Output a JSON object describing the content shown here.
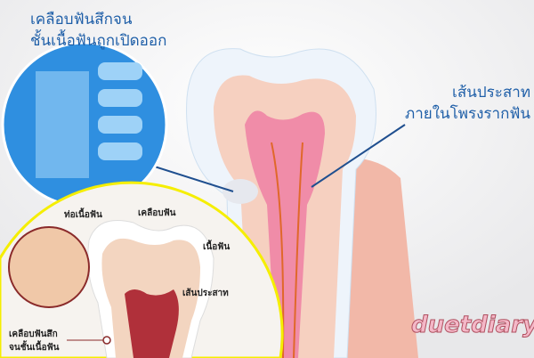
{
  "main_labels": {
    "top_left": [
      "เคลือบฟันสึกจน",
      "ชั้นเนื้อฟันถูกเปิดออก"
    ],
    "right": [
      "เส้นประสาท",
      "ภายในโพรงรากฟัน"
    ]
  },
  "inset_labels": {
    "tubules": "ท่อเนื้อฟัน",
    "enamel": "เคลือบฟัน",
    "dentin": "เนื้อฟัน",
    "nerve": "เส้นประสาท",
    "worn": [
      "เคลือบฟันสึก",
      "จนชั้นเนื้อฟัน"
    ]
  },
  "logo": "duetdiary"
}
